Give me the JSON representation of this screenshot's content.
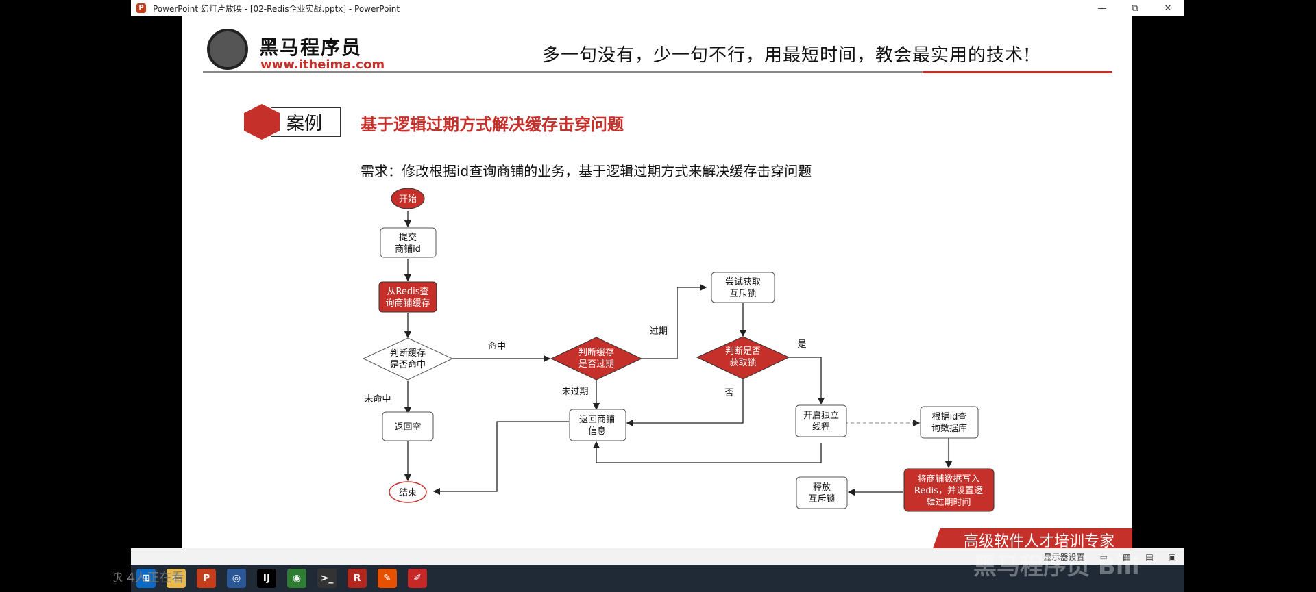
{
  "window": {
    "title": "PowerPoint 幻灯片放映 - [02-Redis企业实战.pptx] - PowerPoint",
    "minimize": "—",
    "maximize": "⧉",
    "close": "✕"
  },
  "header": {
    "logo_name": "黑马程序员",
    "logo_url": "www.itheima.com",
    "slogan": "多一句没有，少一句不行，用最短时间，教会最实用的技术!"
  },
  "section": {
    "badge": "案例",
    "title": "基于逻辑过期方式解决缓存击穿问题",
    "requirement": "需求：修改根据id查询商铺的业务，基于逻辑过期方式来解决缓存击穿问题"
  },
  "flowchart": {
    "start": "开始",
    "submit_1": "提交",
    "submit_2": "商铺id",
    "query_redis_1": "从Redis查",
    "query_redis_2": "询商铺缓存",
    "judge_hit_1": "判断缓存",
    "judge_hit_2": "是否命中",
    "label_hit": "命中",
    "label_miss": "未命中",
    "return_null": "返回空",
    "end": "结束",
    "judge_expired_1": "判断缓存",
    "judge_expired_2": "是否过期",
    "label_expired": "过期",
    "label_not_expired": "未过期",
    "return_info_1": "返回商铺",
    "return_info_2": "信息",
    "try_lock_1": "尝试获取",
    "try_lock_2": "互斥锁",
    "judge_lock_1": "判断是否",
    "judge_lock_2": "获取锁",
    "label_yes": "是",
    "label_no": "否",
    "new_thread_1": "开启独立",
    "new_thread_2": "线程",
    "query_db_1": "根据id查",
    "query_db_2": "询数据库",
    "write_redis_1": "将商铺数据写入",
    "write_redis_2": "Redis，并设置逻",
    "write_redis_3": "辑过期时间",
    "release_lock_1": "释放",
    "release_lock_2": "互斥锁"
  },
  "footer": {
    "slogan": "高级软件人才培训专家"
  },
  "statusbar": {
    "display": "显示器设置"
  },
  "overlay": {
    "viewers": "ℛ 4人正在看",
    "watermark": "黑马程序员 Bili"
  },
  "colors": {
    "accent": "#c6302a",
    "box_border": "#555555"
  }
}
